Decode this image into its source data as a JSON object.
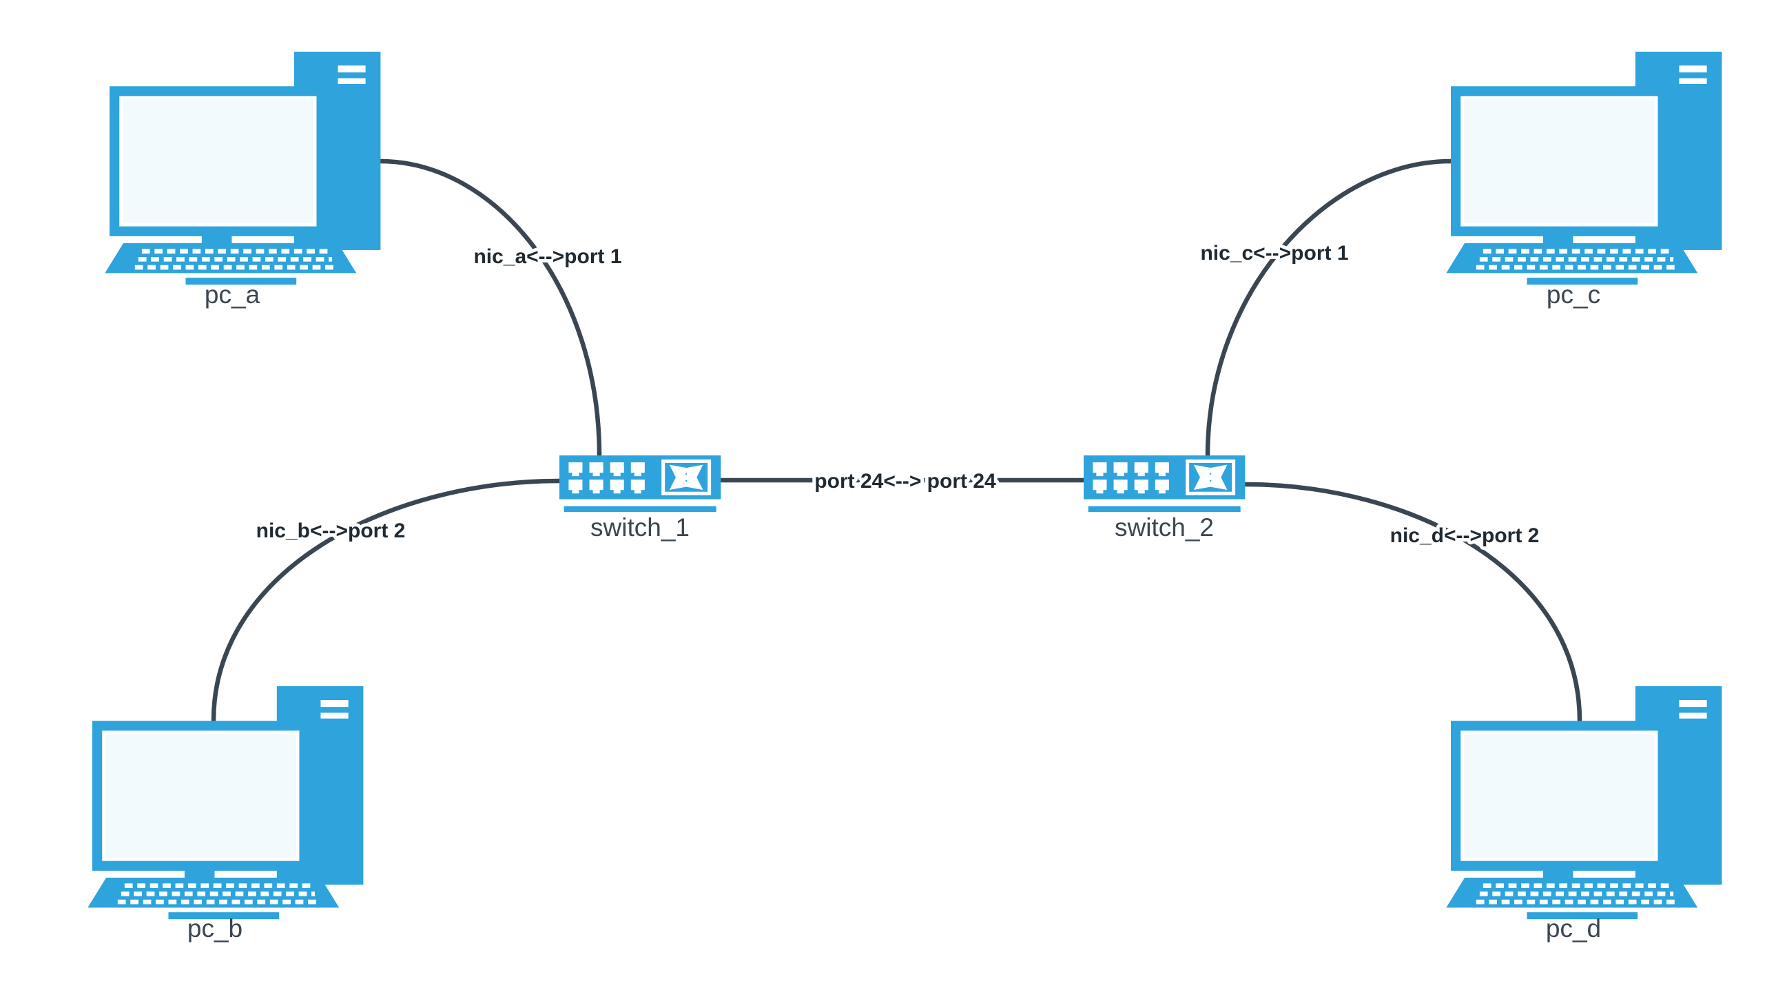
{
  "diagram": {
    "type": "network-topology",
    "colors": {
      "device": "#2EA3DC",
      "screen": "#F3FAFD",
      "edge": "#3A4652",
      "node_label": "#3A4652",
      "edge_label": "#1F2A33",
      "background": "#FFFFFF"
    },
    "nodes": {
      "pc_a": {
        "label": "pc_a",
        "kind": "pc"
      },
      "pc_b": {
        "label": "pc_b",
        "kind": "pc"
      },
      "pc_c": {
        "label": "pc_c",
        "kind": "pc"
      },
      "pc_d": {
        "label": "pc_d",
        "kind": "pc"
      },
      "switch_1": {
        "label": "switch_1",
        "kind": "switch"
      },
      "switch_2": {
        "label": "switch_2",
        "kind": "switch"
      }
    },
    "edges": [
      {
        "from": "pc_a",
        "to": "switch_1",
        "label": "nic_a<-->port 1"
      },
      {
        "from": "pc_b",
        "to": "switch_1",
        "label": "nic_b<-->port 2"
      },
      {
        "from": "pc_c",
        "to": "switch_2",
        "label": "nic_c<-->port 1"
      },
      {
        "from": "pc_d",
        "to": "switch_2",
        "label": "nic_d<-->port 2"
      },
      {
        "from": "switch_1",
        "to": "switch_2",
        "label": "port 24<--> port 24"
      }
    ]
  }
}
